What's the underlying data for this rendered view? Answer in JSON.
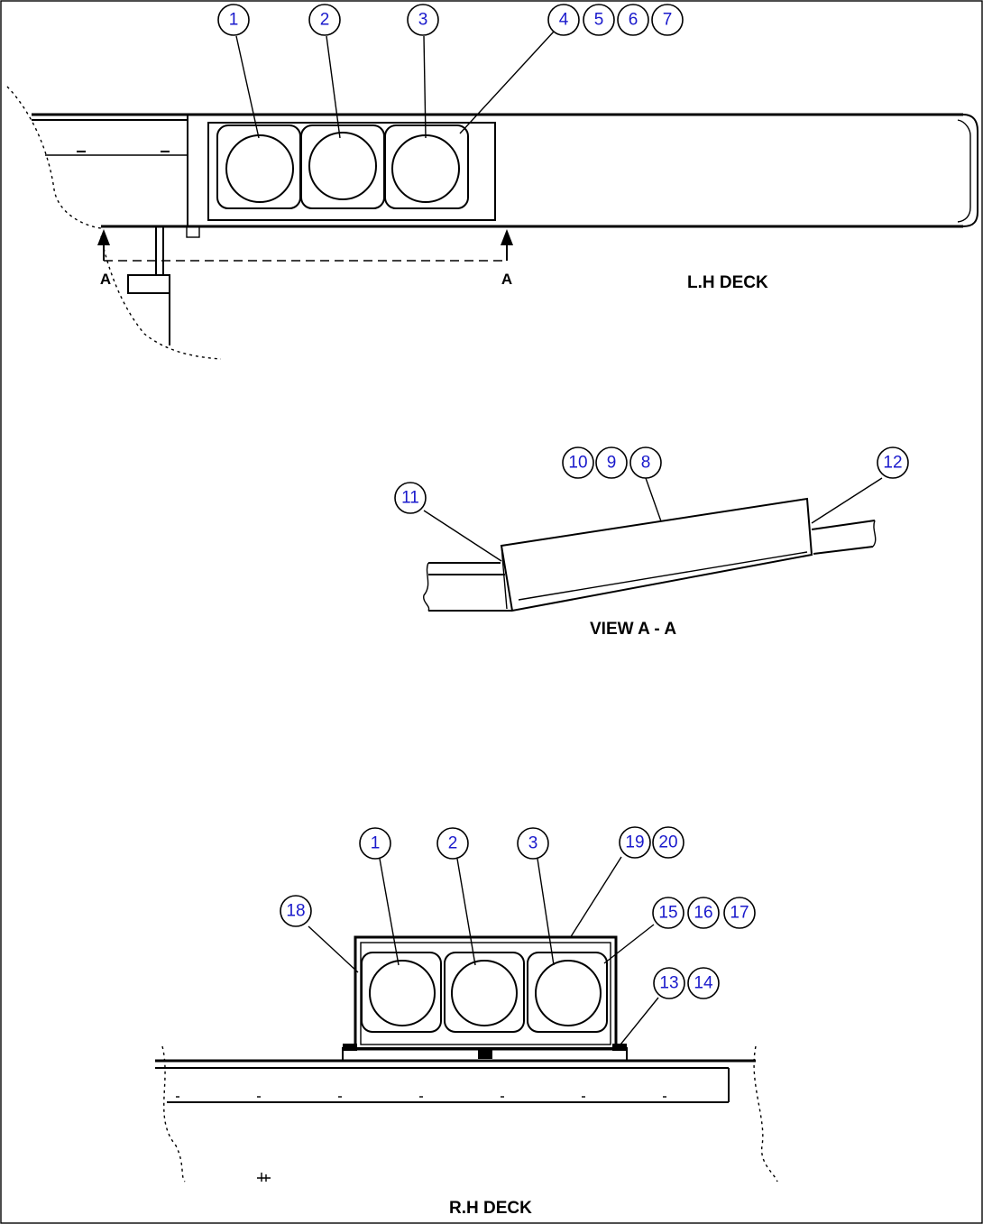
{
  "captions": {
    "lh_deck": "L.H DECK",
    "view_aa": "VIEW A - A",
    "rh_deck": "R.H DECK"
  },
  "section_letters": {
    "left": "A",
    "right": "A"
  },
  "balloons": {
    "lh": [
      "1",
      "2",
      "3",
      "4",
      "5",
      "6",
      "7"
    ],
    "view": [
      "10",
      "9",
      "8",
      "11",
      "12"
    ],
    "rh": [
      "1",
      "2",
      "3",
      "19",
      "20",
      "18",
      "15",
      "16",
      "17",
      "13",
      "14"
    ]
  },
  "colors": {
    "balloon_text": "#1a1acc",
    "line": "#000000",
    "background": "#ffffff"
  }
}
